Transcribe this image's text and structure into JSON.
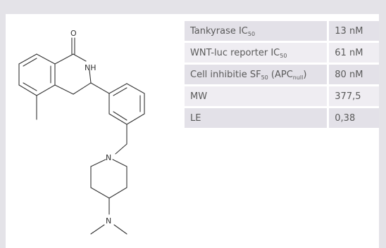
{
  "molecule": {
    "atoms": {
      "oxygen": "O",
      "nh": "NH",
      "n_pip": "N",
      "n_dim": "N"
    }
  },
  "properties": {
    "rows": [
      {
        "label": "Tankyrase IC",
        "label_sub": "50",
        "label_after": "",
        "label_sub2": "",
        "label_end": "",
        "value": "13 nM"
      },
      {
        "label": "WNT-luc reporter IC",
        "label_sub": "50",
        "label_after": "",
        "label_sub2": "",
        "label_end": "",
        "value": "61 nM"
      },
      {
        "label": "Cell inhibitie SF",
        "label_sub": "50",
        "label_after": " (APC",
        "label_sub2": "null",
        "label_end": ")",
        "value": "80 nM"
      },
      {
        "label": "MW",
        "label_sub": "",
        "label_after": "",
        "label_sub2": "",
        "label_end": "",
        "value": "377,5"
      },
      {
        "label": "LE",
        "label_sub": "",
        "label_after": "",
        "label_sub2": "",
        "label_end": "",
        "value": "0,38"
      }
    ]
  }
}
